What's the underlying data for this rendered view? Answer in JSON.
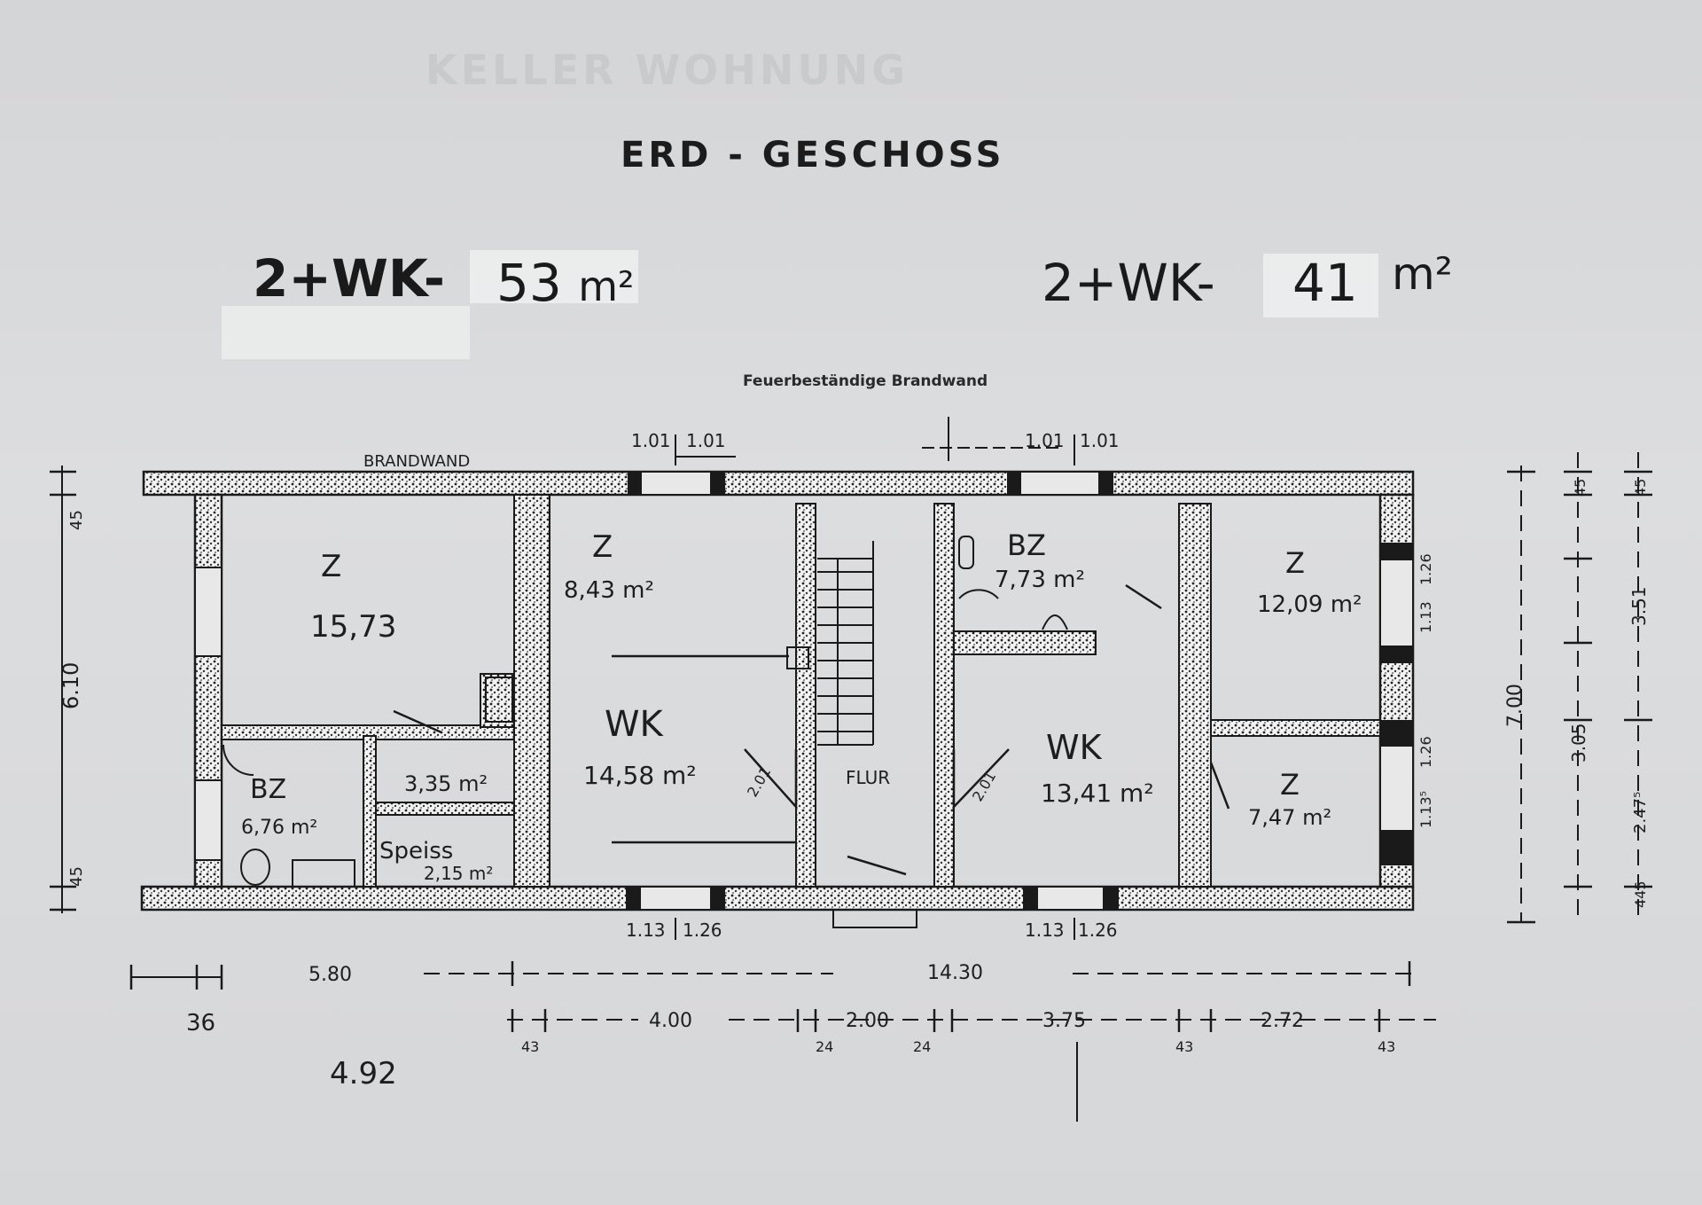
{
  "title": "ERD - GESCHOSS",
  "ghost_top": "KELLER WOHNUNG",
  "unit_left": {
    "label": "2+WK-",
    "value": "53",
    "unit": "m²"
  },
  "unit_right": {
    "label": "2+WK-",
    "value": "41",
    "unit": "m²"
  },
  "subtitle": "Feuerbeständige Brandwand",
  "brandwand": "BRANDWAND",
  "rooms": {
    "z1": {
      "name": "Z",
      "area": "15,73"
    },
    "bz1": {
      "name": "BZ",
      "area": "6,76 m²"
    },
    "small": {
      "area": "3,35 m²"
    },
    "speiss": {
      "name": "Speiss",
      "area": "2,15 m²"
    },
    "z2": {
      "name": "Z",
      "area": "8,43 m²"
    },
    "wk1": {
      "name": "WK",
      "area": "14,58 m²"
    },
    "flur": {
      "name": "FLUR"
    },
    "bz2": {
      "name": "BZ",
      "area": "7,73 m²"
    },
    "wk2": {
      "name": "WK",
      "area": "13,41 m²"
    },
    "z3": {
      "name": "Z",
      "area": "12,09 m²"
    },
    "z4": {
      "name": "Z",
      "area": "7,47 m²"
    }
  },
  "dims": {
    "top_left_a": "1.01",
    "top_left_b": "1.01",
    "top_right_a": "1.01",
    "top_right_b": "1.01",
    "bottom_left_a": "1.13",
    "bottom_left_b": "1.26",
    "bottom_right_a": "1.13",
    "bottom_right_b": "1.26",
    "total_len": "14.30",
    "d580": "5.80",
    "d36": "36",
    "d492": "4.92",
    "d400": "4.00",
    "d200": "2.00",
    "d375": "3.75",
    "d272": "2.72",
    "d43a": "43",
    "d24a": "24",
    "d24b": "24",
    "d43b": "43",
    "d43c": "43",
    "left_610": "6.10",
    "left_45a": "45",
    "left_45b": "45",
    "right_700": "7.00",
    "right_351": "3.51",
    "right_305": "3.05",
    "right_2475": "2.47⁵",
    "right_45a": "45",
    "right_45b": "45",
    "right_445": "445",
    "win_126a": "1.26",
    "win_113a": "1.13",
    "win_126b": "1.26",
    "win_1135": "1.13⁵",
    "door_a": "2.01",
    "door_b": "2.01"
  },
  "colors": {
    "wall": "#2b2b2b",
    "paper": "#d9dadb",
    "ink": "#1a1a1a"
  }
}
